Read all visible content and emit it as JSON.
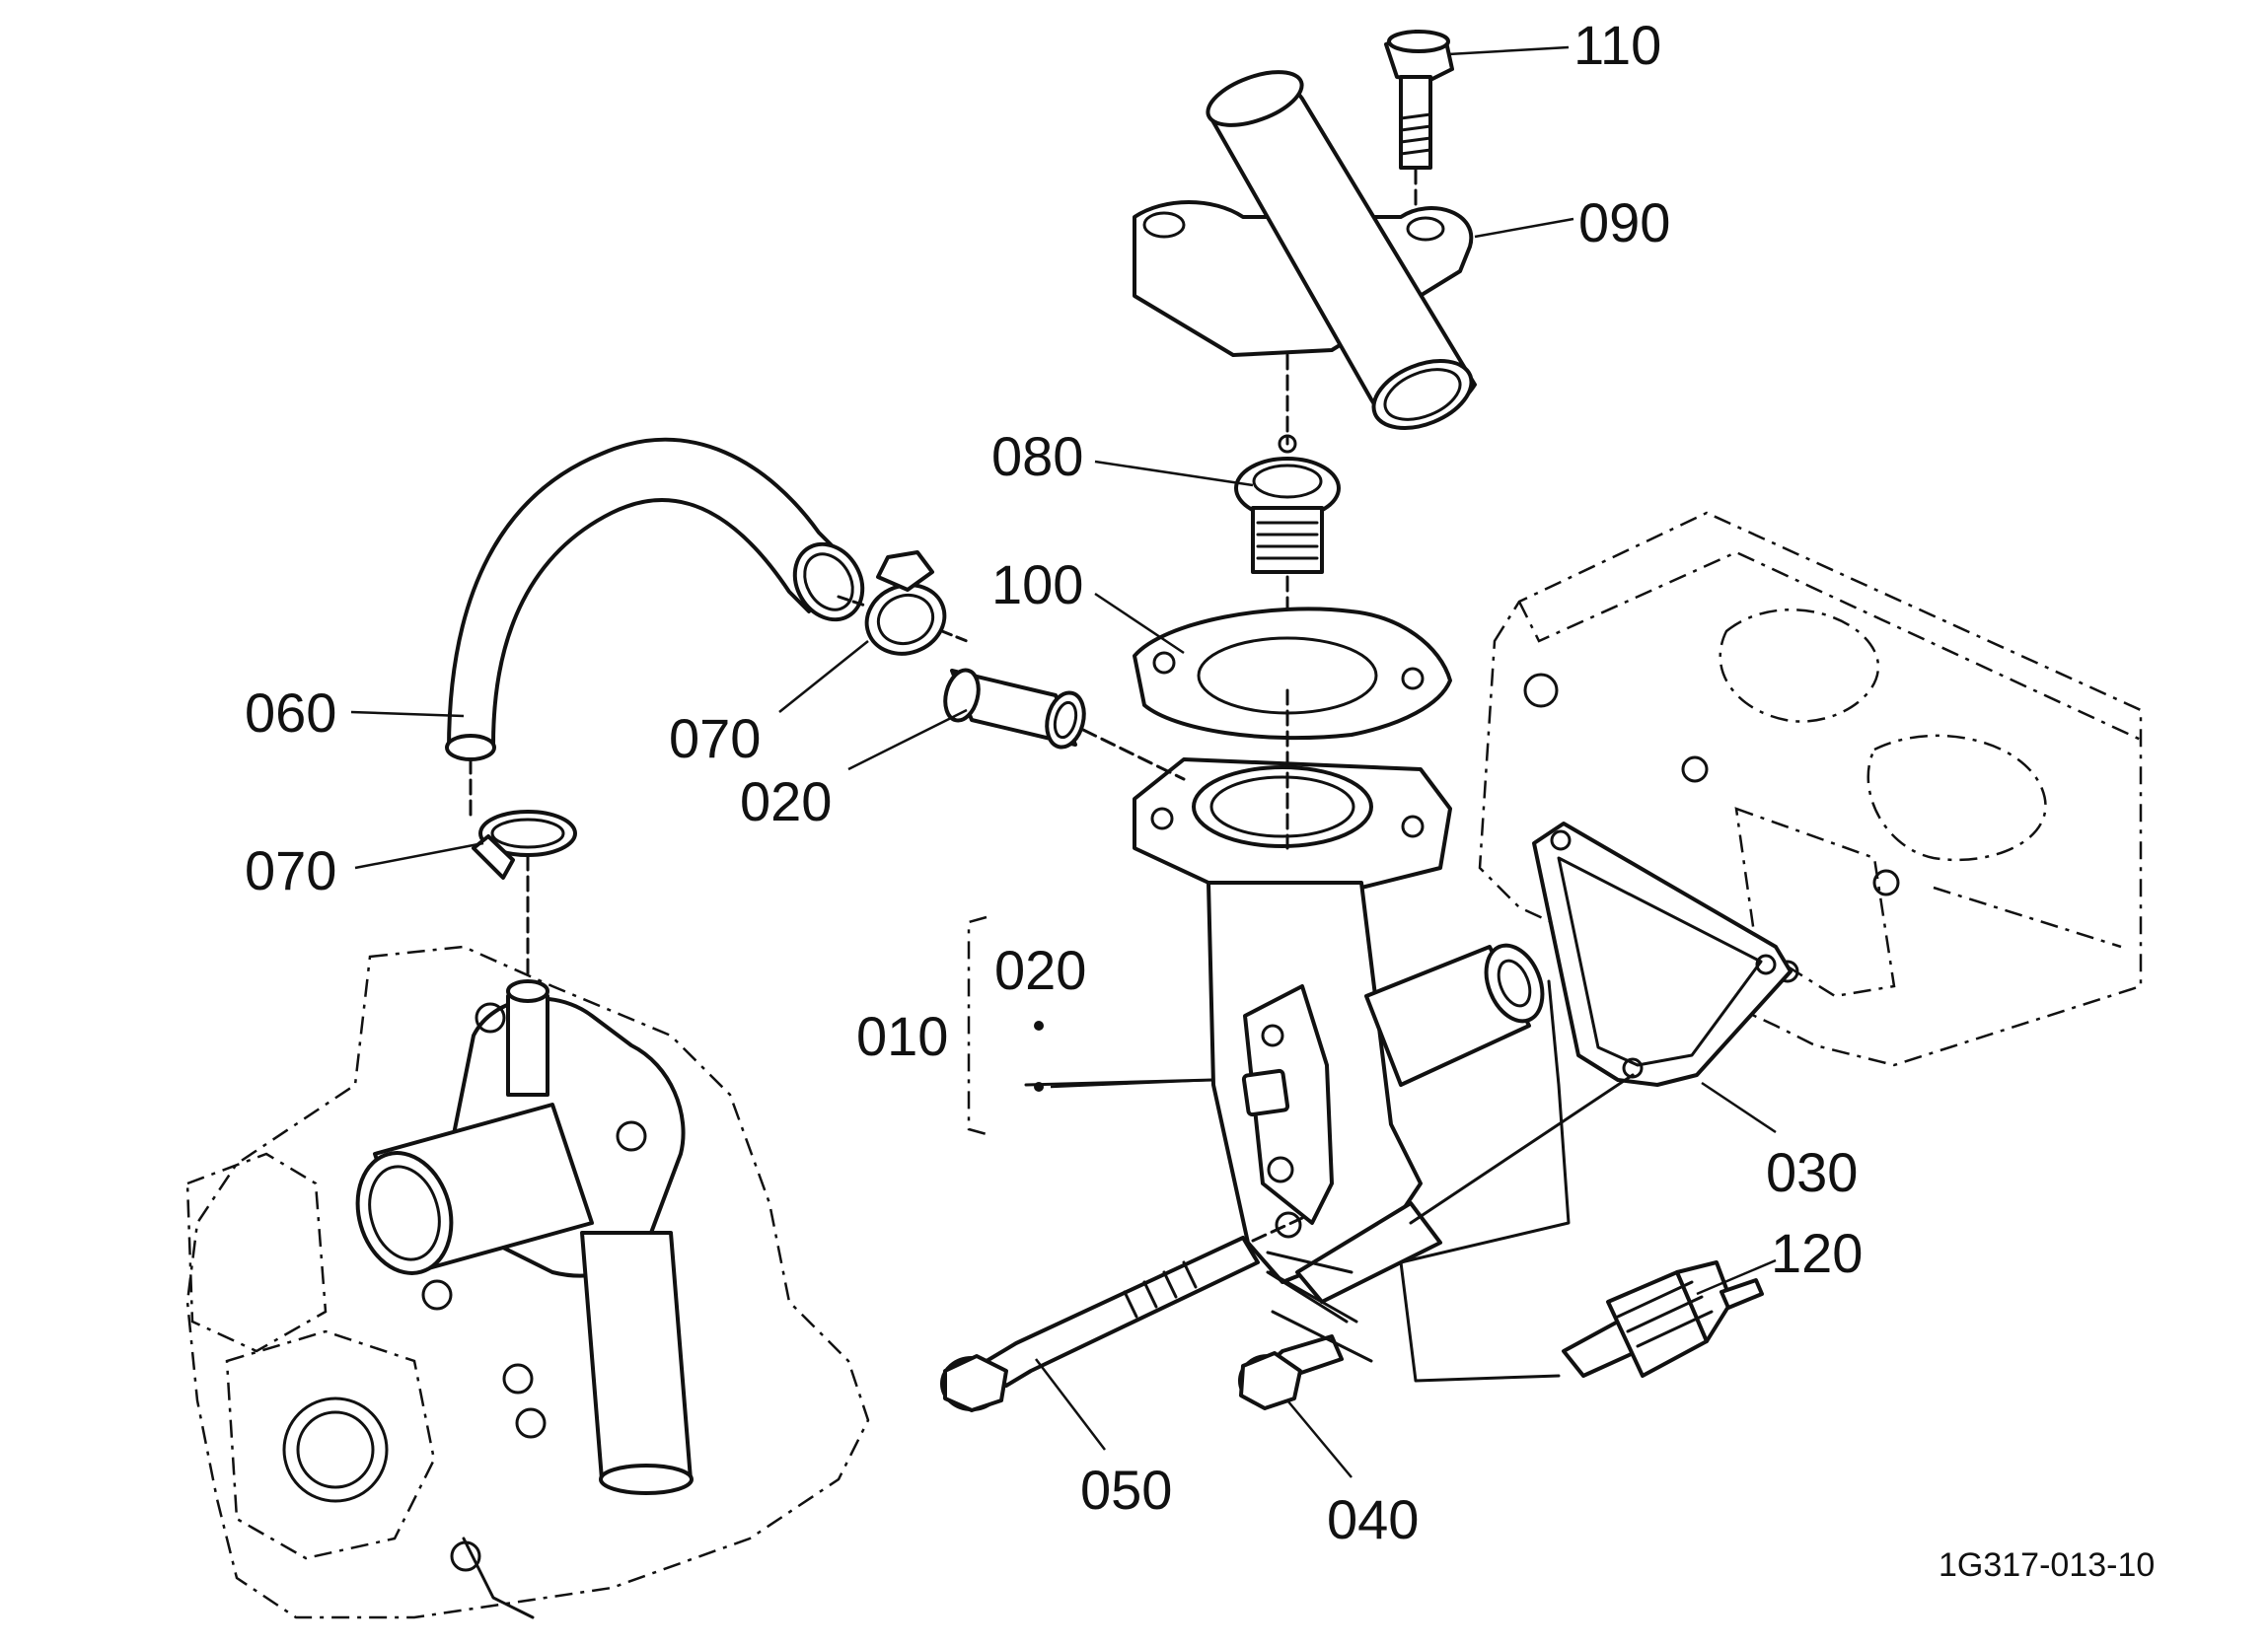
{
  "callouts": {
    "c110": "110",
    "c090": "090",
    "c080": "080",
    "c100": "100",
    "c060": "060",
    "c070a": "070",
    "c020a": "020",
    "c070b": "070",
    "c020b": "020",
    "c010": "010",
    "c030": "030",
    "c120": "120",
    "c050": "050",
    "c040": "040"
  },
  "drawing_code": "1G317-013-10"
}
